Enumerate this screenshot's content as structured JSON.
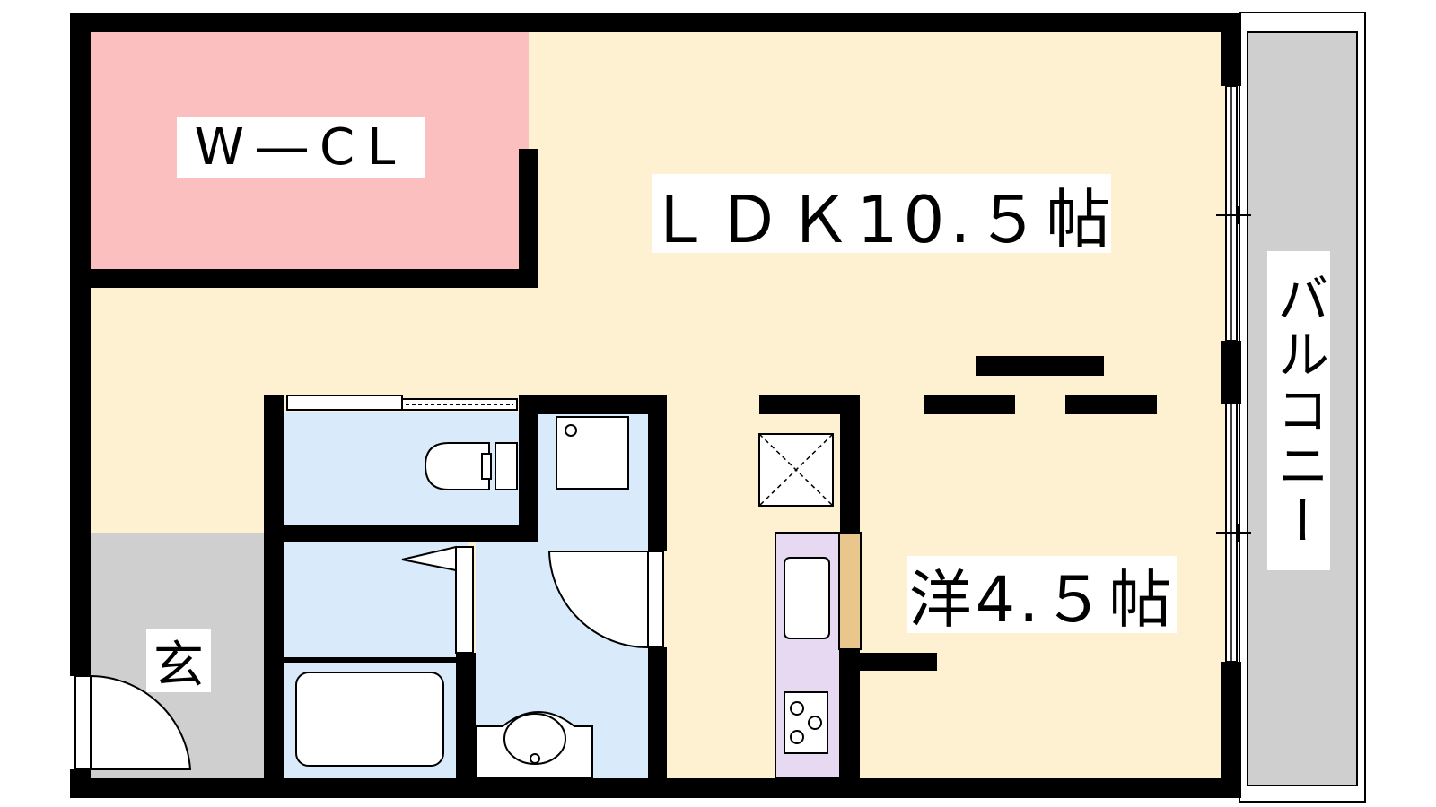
{
  "floor_plan": {
    "rooms": {
      "walk_in_closet": {
        "label": "W―CL",
        "color": "#fbbfbf"
      },
      "ldk": {
        "label": "ＬＤＫ10.５帖",
        "color": "#fdf1d2"
      },
      "western_room": {
        "label": "洋4.５帖",
        "color": "#fdf1d2"
      },
      "entrance": {
        "label": "玄",
        "color": "#cfcfcf"
      },
      "balcony": {
        "label": "バルコニー",
        "color": "#cfcfcf"
      },
      "wet_area": {
        "color": "#d9ebfb"
      },
      "kitchen": {
        "color": "#e7d9f2"
      }
    },
    "colors": {
      "wall": "#000000",
      "fixture_stroke": "#000000",
      "fixture_fill": "#ffffff",
      "partition": "#e8c68c"
    }
  }
}
